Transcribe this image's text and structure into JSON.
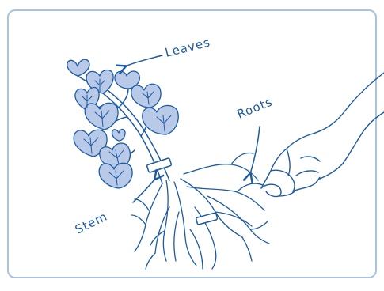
{
  "diagram": {
    "labels": {
      "leaves": "Leaves",
      "roots": "Roots",
      "stem": "Stem"
    },
    "colors": {
      "ink": "#1c5aa3",
      "leaf_fill": "#b9c9e8",
      "frame": "#a7c3de"
    }
  }
}
